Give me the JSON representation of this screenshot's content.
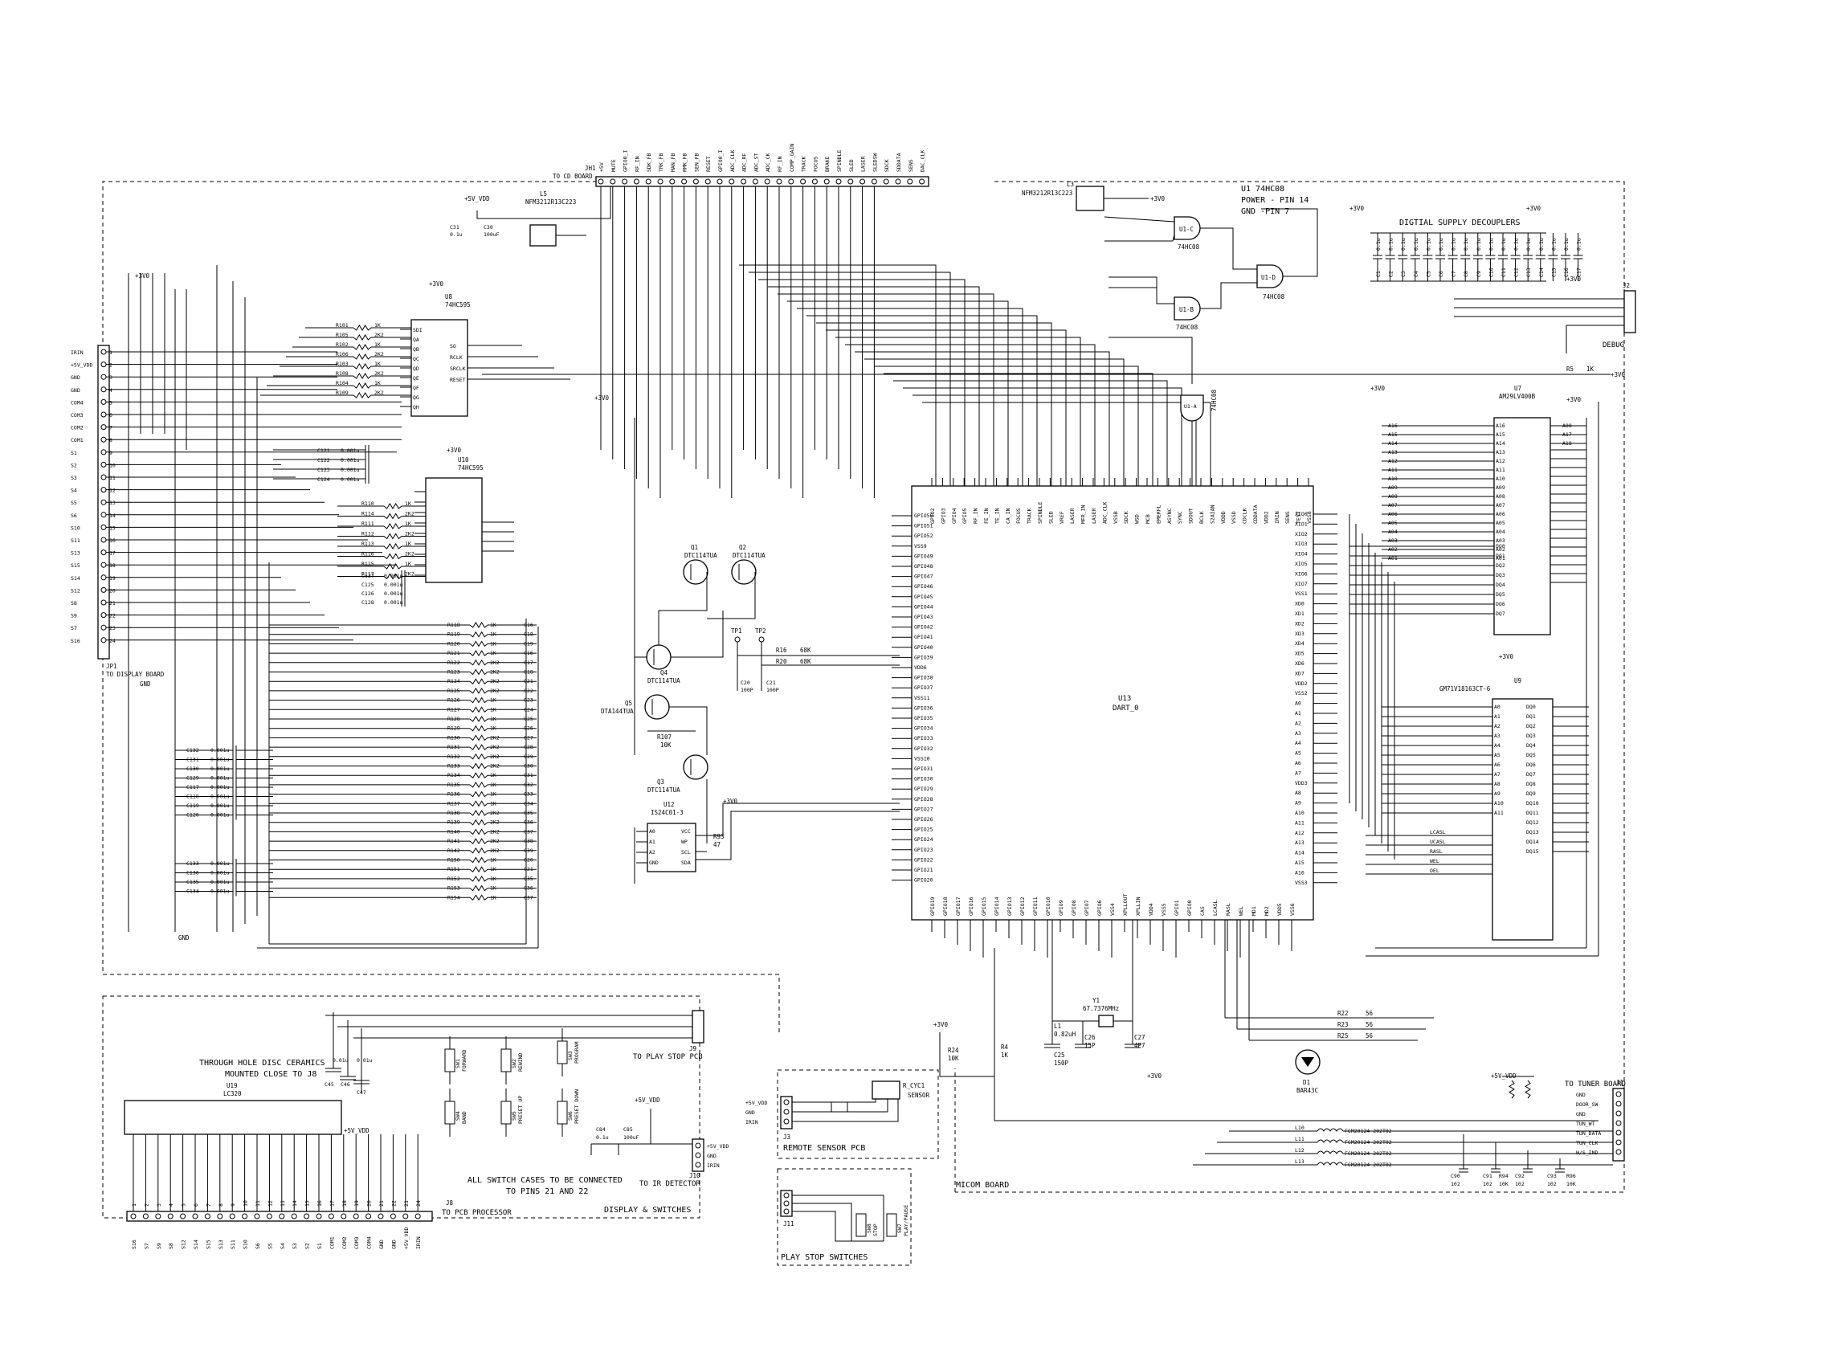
{
  "title_block": {
    "line1": "U1 74HC08",
    "line2": "POWER - PIN 14",
    "line3": "GND -PIN 7"
  },
  "boards": {
    "micom": "MICOM BOARD",
    "display_switches": "DISPLAY & SWITCHES",
    "remote_sensor": "REMOTE SENSOR PCB",
    "play_stop": "PLAY STOP SWITCHES"
  },
  "connectors": {
    "jh1": "JH1",
    "to_cd_board": "TO CD BOARD",
    "jp1": "JP1",
    "to_display_board": "TO DISPLAY BOARD",
    "j2": "J2",
    "debug": "DEBUG",
    "j1": "J1",
    "to_tuner_board": "TO TUNER BOARD",
    "j9": "J9",
    "to_play_stop_pcb": "TO PLAY STOP PCB",
    "j10": "J10",
    "to_ir_detector": "TO IR DETECTOR",
    "j8": "J8",
    "to_pcb_processor": "TO PCB PROCESSOR",
    "j3": "J3",
    "j11": "J11",
    "cd_pins": [
      "+5V",
      "MUTE",
      "GPIO0_I",
      "RF_IN",
      "SDK_FB",
      "TRK_FB",
      "MAN_FB",
      "RMK_FB",
      "SEN_FB",
      "RESET",
      "GPIO0_I",
      "ADC_CLK",
      "ADC_RF",
      "ADC_ST",
      "ADC_CK",
      "RF_IN",
      "COMP_GAIN",
      "TRACK",
      "FOCUS",
      "BRAKE",
      "SPINDLE",
      "SLED",
      "LASER",
      "SLEDSW",
      "SDCK",
      "SDDATA",
      "SENS",
      "DAC_CLK"
    ],
    "jp1_left": [
      "IRIN",
      "+5V_VDD",
      "GND",
      "GND",
      "COM4",
      "COM3",
      "COM2",
      "COM1",
      "S1",
      "S2",
      "S3",
      "S4",
      "S5",
      "S6",
      "S10",
      "S11",
      "S13",
      "S15",
      "S14",
      "S12",
      "S8",
      "S9",
      "S7",
      "S16"
    ],
    "j8_bottom": [
      "S16",
      "S7",
      "S9",
      "S8",
      "S12",
      "S14",
      "S15",
      "S13",
      "S11",
      "S10",
      "S6",
      "S5",
      "S4",
      "S3",
      "S2",
      "S1",
      "COM1",
      "COM2",
      "COM3",
      "COM4",
      "GND",
      "GND",
      "+5V_VDD",
      "IRIN"
    ],
    "tuner_pins": [
      "GND",
      "DOOR_SW",
      "GND",
      "TUN_WT",
      "TUN_DATA",
      "TUN_CLK",
      "W/S_IND"
    ],
    "j10_pins": [
      "+5V_VDD",
      "GND",
      "IRIN"
    ],
    "j3_pins": [
      "+5V_VDD",
      "GND",
      "IRIN"
    ]
  },
  "chips": {
    "u8": {
      "ref": "U8",
      "part": "74HC595",
      "pins_l": [
        "SDI",
        "QA",
        "QB",
        "QC",
        "QD",
        "QE",
        "QF",
        "QG",
        "QH"
      ],
      "pins_r": [
        "SO",
        "RCLK",
        "SRCLK",
        "RESET"
      ]
    },
    "u10": {
      "ref": "U10",
      "part": "74HC595"
    },
    "u13": {
      "ref": "U13",
      "part": "DART_0"
    },
    "u7": {
      "ref": "U7",
      "part": "AM29LV400B",
      "addr": [
        "A16",
        "A15",
        "A14",
        "A13",
        "A12",
        "A11",
        "A10",
        "A09",
        "A08",
        "A07",
        "A06",
        "A05",
        "A04",
        "A03",
        "A02",
        "A01"
      ],
      "right": [
        "A00",
        "A17",
        "A18"
      ]
    },
    "u9": {
      "ref": "U9",
      "part": "GM71V18163CT-6",
      "dq": [
        "DQ0",
        "DQ1",
        "DQ2",
        "DQ3",
        "DQ4",
        "DQ5",
        "DQ6",
        "DQ7",
        "DQ8",
        "DQ9",
        "DQ10",
        "DQ11",
        "DQ12",
        "DQ13",
        "DQ14",
        "DQ15"
      ]
    },
    "u12": {
      "ref": "U12",
      "part": "IS24C01-3",
      "pins": [
        "A0",
        "A1",
        "A2",
        "GND",
        "VCC",
        "WP",
        "SCL",
        "SDA"
      ]
    },
    "u19": {
      "ref": "U19",
      "part": "LC320"
    },
    "u1a": "U1-A",
    "u1b": "U1-B",
    "u1c": "U1-C",
    "u1d": "U1-D",
    "u1_part": "74HC08"
  },
  "u13_top_pins": [
    "GPIO2",
    "GPIO3",
    "GPIO4",
    "GPIO5",
    "RF_IN",
    "FE_IN",
    "TE_IN",
    "CA_IN",
    "FOCUS",
    "TRACK",
    "SPINDLE",
    "SLED",
    "VREF",
    "LASER",
    "MFR_IN",
    "LASER",
    "ADC_CLK",
    "VSSB",
    "SDCK",
    "WSD",
    "MCB",
    "EMERFL",
    "ASYNC",
    "SYNC",
    "SDOUT",
    "BCLK",
    "S2AIAN",
    "VDDD",
    "VSSD",
    "CDCLK",
    "CDDATA",
    "VDD2",
    "IRIN",
    "SENS",
    "TEST",
    "VSS8"
  ],
  "u13_left_pins": [
    "GPIO50",
    "GPIO51",
    "GPIO52",
    "VSS9",
    "GPIO49",
    "GPIO48",
    "GPIO47",
    "GPIO46",
    "GPIO45",
    "GPIO44",
    "GPIO43",
    "GPIO42",
    "GPIO41",
    "GPIO40",
    "GPIO39",
    "VDD6",
    "GPIO38",
    "GPIO37",
    "VSS11",
    "GPIO36",
    "GPIO35",
    "GPIO34",
    "GPIO33",
    "GPIO32",
    "VSS10",
    "GPIO31",
    "GPIO30",
    "GPIO29",
    "GPIO28",
    "GPIO27",
    "GPIO26",
    "GPIO25",
    "GPIO24",
    "GPIO23",
    "GPIO22",
    "GPIO21",
    "GPIO20"
  ],
  "u13_right_pins": [
    "XIO0",
    "XIO1",
    "XIO2",
    "XIO3",
    "XIO4",
    "XIO5",
    "XIO6",
    "XIO7",
    "VSS1",
    "XD0",
    "XD1",
    "XD2",
    "XD3",
    "XD4",
    "XD5",
    "XD6",
    "XD7",
    "VDD2",
    "VSS2",
    "A0",
    "A1",
    "A2",
    "A3",
    "A4",
    "A5",
    "A6",
    "A7",
    "VDD3",
    "A8",
    "A9",
    "A10",
    "A11",
    "A12",
    "A13",
    "A14",
    "A15",
    "A16",
    "VSS3"
  ],
  "u13_bottom_pins": [
    "GPIO19",
    "GPIO18",
    "GPIO17",
    "GPIO16",
    "GPIO15",
    "GPIO14",
    "GPIO13",
    "GPIO12",
    "GPIO11",
    "GPIO10",
    "GPIO9",
    "GPIO8",
    "GPIO7",
    "GPIO6",
    "VSS4",
    "XPLLOUT",
    "XPLLIN",
    "VDD4",
    "VSS5",
    "GPIO1",
    "GPIO0",
    "CAS",
    "LCASL",
    "RASL",
    "WEL",
    "MD1",
    "MD2",
    "VDD5",
    "VSS6"
  ],
  "notes": {
    "digital_decouplers": "DIGTIAL SUPPLY DECOUPLERS",
    "through_hole": "THROUGH HOLE DISC CERAMICS",
    "mounted_close": "MOUNTED CLOSE TO J8",
    "switch_cases": "ALL SWITCH CASES TO BE CONNECTED",
    "pins_21_22": "TO PINS 21 AND 22",
    "power_3v": "+3V0",
    "power_5v": "+5V_VDD",
    "gnd": "GND"
  },
  "parts": {
    "l5": "L5",
    "l5_part": "NFM3212R13C223",
    "l3": "L3",
    "l3_part": "NFM3212R13C223",
    "c31": "C31",
    "c31_v": "0.1u",
    "c30": "C30",
    "c30_v": "100uF",
    "y1": "Y1",
    "y1_v": "67.7376MHz",
    "d1": "D1",
    "d1_v": "BAR43C",
    "q1": "Q1",
    "q1_v": "DTC114TUA",
    "q2": "Q2",
    "q2_v": "DTC114TUA",
    "q3": "Q3",
    "q3_v": "DTC114TUA",
    "q4": "Q4",
    "q4_v": "DTC114TUA",
    "q5": "Q5",
    "q5_v": "DTA144TUA",
    "tp1": "TP1",
    "tp2": "TP2",
    "r_cyc1": "R_CYC1",
    "sensor": "SENSOR",
    "l10": "L10",
    "l11": "L11",
    "l12": "L12",
    "l13": "L13",
    "fcm": "FCM20124-202T02",
    "r22": "R22",
    "r23": "R23",
    "r25": "R25",
    "r_56": "56",
    "r24": "R24",
    "r4": "R4",
    "r_10k": "10K",
    "r_1k": "1K",
    "c25": "C25",
    "c26": "C26",
    "c27": "C27",
    "l1": "L1",
    "c25_v": "150P",
    "c26_v": "15P",
    "c27_v": "4P7",
    "l1_v": "0.82uH",
    "r16": "R16",
    "r20": "R20",
    "r_68k": "68K",
    "c20": "C20",
    "c21": "C21",
    "c_100p": "100P",
    "r107": "R107",
    "r93": "R93",
    "r_47": "47",
    "c84": "C84",
    "c85": "C85",
    "c84_v": "0.1u",
    "c85_v": "100uF",
    "c45": "C45",
    "c46": "C46",
    "c47": "C47",
    "c_001": "0.01u",
    "c90": "C90",
    "c91": "C91",
    "c92": "C92",
    "c93": "C93",
    "c_102": "102",
    "r94": "R94",
    "r96": "R96",
    "r_10k2": "10K",
    "r5": "R5",
    "r5_v": "1K",
    "u1a_note": "74HC08"
  },
  "switches": [
    {
      "ref": "SW1",
      "name": "FORWARD"
    },
    {
      "ref": "SW2",
      "name": "REWIND"
    },
    {
      "ref": "SW3",
      "name": "PROGRAM"
    },
    {
      "ref": "SW4",
      "name": "BAND"
    },
    {
      "ref": "SW5",
      "name": "PRESET UP"
    },
    {
      "ref": "SW6",
      "name": "PRESET DOWN"
    },
    {
      "ref": "SW8",
      "name": "STOP"
    },
    {
      "ref": "SW7",
      "name": "PLAY/PAUSE"
    }
  ],
  "resistor_bank_left": [
    {
      "ref": "R101",
      "v": "1K"
    },
    {
      "ref": "R105",
      "v": "2K2"
    },
    {
      "ref": "R102",
      "v": "1K"
    },
    {
      "ref": "R106",
      "v": "2K2"
    },
    {
      "ref": "R103",
      "v": "1K"
    },
    {
      "ref": "R108",
      "v": "2K2"
    },
    {
      "ref": "R104",
      "v": "1K"
    },
    {
      "ref": "R109",
      "v": "2K2"
    }
  ],
  "resistor_bank_u10": [
    {
      "ref": "R110",
      "v": "1K"
    },
    {
      "ref": "R114",
      "v": "2K2"
    },
    {
      "ref": "R111",
      "v": "1K"
    },
    {
      "ref": "R112",
      "v": "2K2"
    },
    {
      "ref": "R113",
      "v": "1K"
    },
    {
      "ref": "R116",
      "v": "2K2"
    },
    {
      "ref": "R115",
      "v": "1K"
    },
    {
      "ref": "R117",
      "v": "2K2"
    }
  ],
  "resistor_column": [
    {
      "ref": "R118",
      "v": "1K",
      "net": "G16"
    },
    {
      "ref": "R119",
      "v": "1K",
      "net": "G18"
    },
    {
      "ref": "R120",
      "v": "1K",
      "net": "G19"
    },
    {
      "ref": "R121",
      "v": "1K",
      "net": "G16"
    },
    {
      "ref": "R122",
      "v": "2K2",
      "net": "G17"
    },
    {
      "ref": "R123",
      "v": "2K2",
      "net": "G18"
    },
    {
      "ref": "R124",
      "v": "2K2",
      "net": "G21"
    },
    {
      "ref": "R125",
      "v": "2K2",
      "net": "G22"
    },
    {
      "ref": "R126",
      "v": "1K",
      "net": "G23"
    },
    {
      "ref": "R127",
      "v": "1K",
      "net": "G24"
    },
    {
      "ref": "R128",
      "v": "1K",
      "net": "G25"
    },
    {
      "ref": "R129",
      "v": "1K",
      "net": "G26"
    },
    {
      "ref": "R130",
      "v": "2K2",
      "net": "G27"
    },
    {
      "ref": "R131",
      "v": "2K2",
      "net": "G28"
    },
    {
      "ref": "R132",
      "v": "2K2",
      "net": "G29"
    },
    {
      "ref": "R133",
      "v": "2K2",
      "net": "G30"
    },
    {
      "ref": "R134",
      "v": "1K",
      "net": "G31"
    },
    {
      "ref": "R135",
      "v": "1K",
      "net": "G32"
    },
    {
      "ref": "R136",
      "v": "1K",
      "net": "G33"
    },
    {
      "ref": "R137",
      "v": "1K",
      "net": "G34"
    },
    {
      "ref": "R138",
      "v": "2K2",
      "net": "G35"
    },
    {
      "ref": "R139",
      "v": "2K2",
      "net": "G36"
    },
    {
      "ref": "R140",
      "v": "2K2",
      "net": "G37"
    },
    {
      "ref": "R141",
      "v": "2K2",
      "net": "G38"
    },
    {
      "ref": "R142",
      "v": "2K2",
      "net": "G39"
    },
    {
      "ref": "R150",
      "v": "1K",
      "net": "G20"
    },
    {
      "ref": "R151",
      "v": "1K",
      "net": "G21"
    },
    {
      "ref": "R152",
      "v": "1K",
      "net": "G35"
    },
    {
      "ref": "R153",
      "v": "1K",
      "net": "G36"
    },
    {
      "ref": "R154",
      "v": "1K",
      "net": "G37"
    }
  ],
  "cap_column": [
    {
      "ref": "C132",
      "v": "0.001u"
    },
    {
      "ref": "C131",
      "v": "0.001u"
    },
    {
      "ref": "C130",
      "v": "0.001u"
    },
    {
      "ref": "C129",
      "v": "0.001u"
    },
    {
      "ref": "C117",
      "v": "0.001u"
    },
    {
      "ref": "C118",
      "v": "0.001u"
    },
    {
      "ref": "C119",
      "v": "0.001u"
    },
    {
      "ref": "C120",
      "v": "0.001u"
    },
    {
      "ref": "C133",
      "v": "0.001u"
    },
    {
      "ref": "C136",
      "v": "0.001u"
    },
    {
      "ref": "C135",
      "v": "0.001u"
    },
    {
      "ref": "C134",
      "v": "0.001u"
    }
  ],
  "decoupler_caps": [
    "C1",
    "C2",
    "C3",
    "C4",
    "C5",
    "C6",
    "C7",
    "C8",
    "C9",
    "C10",
    "C11",
    "C12",
    "C13",
    "C14",
    "C15",
    "C16",
    "C17"
  ],
  "decoupler_value": "0.1u"
}
